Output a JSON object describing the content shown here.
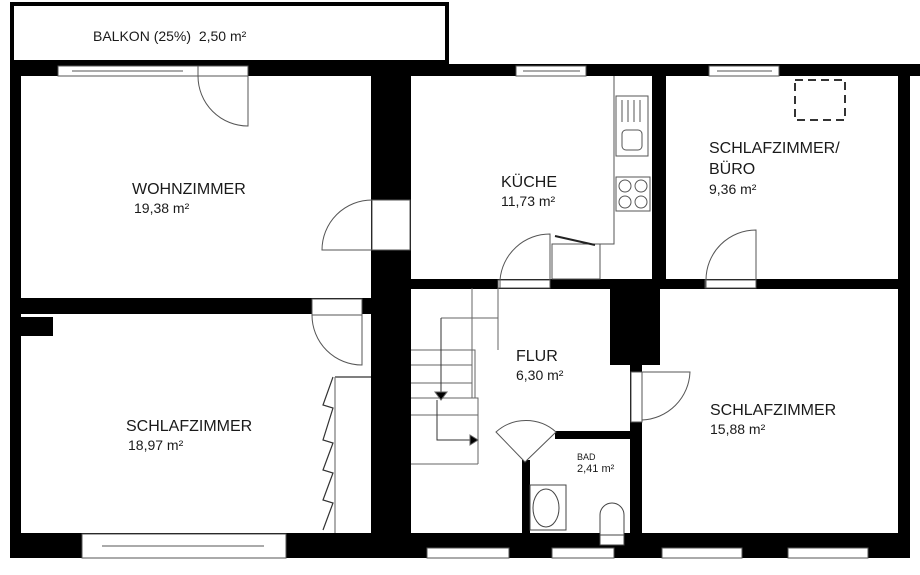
{
  "floorplan": {
    "colors": {
      "wall": "#000000",
      "background": "#ffffff",
      "text": "#1a1a1a",
      "fixture_line": "#555555"
    },
    "rooms": [
      {
        "id": "balkon",
        "name": "BALKON (25%)",
        "area": "2,50 m²"
      },
      {
        "id": "wohnzimmer",
        "name": "WOHNZIMMER",
        "area": "19,38 m²"
      },
      {
        "id": "kueche",
        "name": "KÜCHE",
        "area": "11,73 m²"
      },
      {
        "id": "schlafzimmer-buero",
        "name": "SCHLAFZIMMER/",
        "name2": "BÜRO",
        "area": "9,36 m²"
      },
      {
        "id": "schlafzimmer-links",
        "name": "SCHLAFZIMMER",
        "area": "18,97 m²"
      },
      {
        "id": "flur",
        "name": "FLUR",
        "area": "6,30 m²"
      },
      {
        "id": "bad",
        "name": "BAD",
        "area": "2,41 m²"
      },
      {
        "id": "schlafzimmer-rechts",
        "name": "SCHLAFZIMMER",
        "area": "15,88 m²"
      }
    ]
  }
}
